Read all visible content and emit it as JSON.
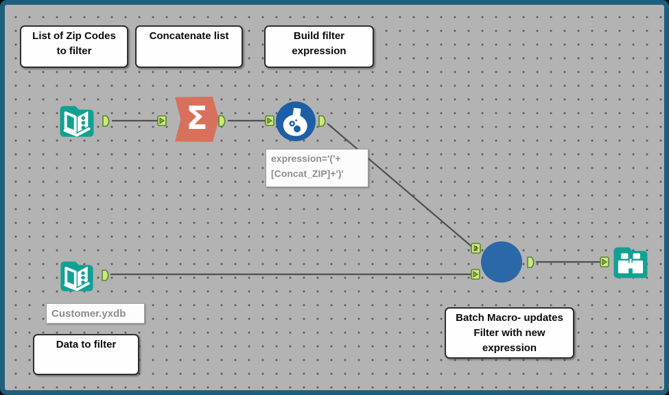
{
  "app": {
    "name": "workflow-canvas",
    "description": "Alteryx-style batch macro workflow"
  },
  "colors": {
    "frame_border": "#1e5f7e",
    "canvas_bg": "#b3b3b3",
    "grid_dot": "#5d5d5d",
    "wire": "#4f4f4f",
    "tool_teal": "#11a192",
    "tool_coral": "#d8715c",
    "formula_blue": "#1d5fa6",
    "macro_blue": "#2a68a8",
    "anchor_fill": "#cde77f",
    "anchor_border": "#56862c",
    "anchor_triangle": "#7fb040",
    "comment_text": "#0a0a0a",
    "annotation_text": "#8d8d8d"
  },
  "comments": [
    {
      "name": "list-of-zip-codes",
      "lines": [
        "List of Zip Codes",
        "to filter"
      ]
    },
    {
      "name": "concatenate-list",
      "lines": [
        "Concatenate list"
      ]
    },
    {
      "name": "build-filter-expression",
      "lines": [
        "Build filter",
        "expression"
      ]
    },
    {
      "name": "data-to-filter",
      "lines": [
        "Data to filter"
      ]
    },
    {
      "name": "batch-macro-note",
      "lines": [
        "Batch Macro- updates",
        "Filter with new",
        "expression"
      ]
    }
  ],
  "annotations": [
    {
      "name": "formula-annotation",
      "lines": [
        "expression='('+",
        "[Concat_ZIP]+')'"
      ]
    },
    {
      "name": "input-file-annotation",
      "lines": [
        "Customer.yxdb"
      ]
    }
  ],
  "tools": [
    {
      "name": "input-data-zip-list",
      "type": "Input Data",
      "icon": "open-book-folder-icon"
    },
    {
      "name": "summarize",
      "type": "Summarize",
      "icon": "sigma-banner-icon",
      "glyph": "Σ"
    },
    {
      "name": "formula",
      "type": "Formula",
      "icon": "flask-icon"
    },
    {
      "name": "input-data-customer",
      "type": "Input Data",
      "icon": "open-book-folder-icon"
    },
    {
      "name": "batch-macro",
      "type": "Batch Macro",
      "icon": "blue-circle-macro"
    },
    {
      "name": "browse",
      "type": "Browse",
      "icon": "binoculars-icon"
    }
  ],
  "macro": {
    "anchor2_label": "2"
  }
}
